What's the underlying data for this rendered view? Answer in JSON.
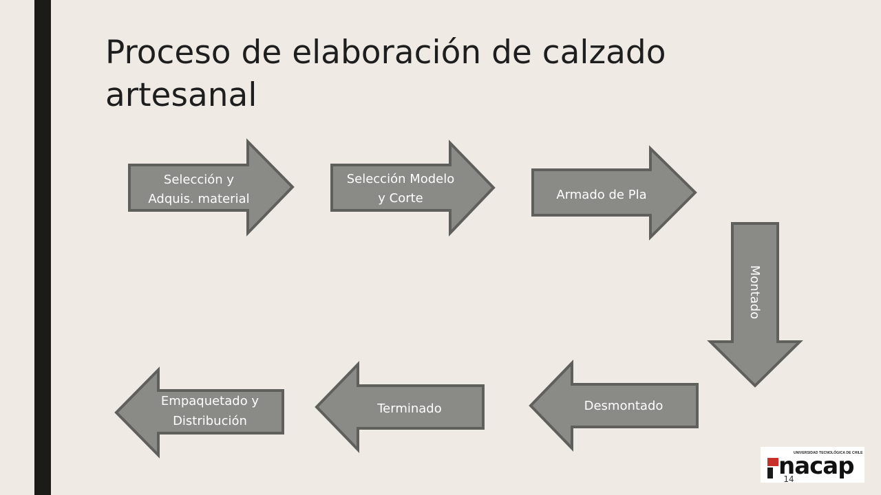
{
  "slide": {
    "title": "Proceso de elaboración de calzado artesanal",
    "page_number": "14"
  },
  "steps": [
    {
      "lines": [
        "Selección y",
        "Adquis. material"
      ],
      "direction": "right"
    },
    {
      "lines": [
        "Selección Modelo",
        "y Corte"
      ],
      "direction": "right"
    },
    {
      "lines": [
        "Armado de Pla"
      ],
      "direction": "right"
    },
    {
      "lines": [
        "Montado"
      ],
      "direction": "down"
    },
    {
      "lines": [
        "Desmontado"
      ],
      "direction": "left"
    },
    {
      "lines": [
        "Terminado"
      ],
      "direction": "left"
    },
    {
      "lines": [
        "Empaquetado y",
        "Distribución"
      ],
      "direction": "left"
    }
  ],
  "logo": {
    "wordmark": "nacap",
    "tagline": "UNIVERSIDAD TECNOLÓGICA DE CHILE"
  },
  "colors": {
    "background": "#EFEBE4",
    "side_bar": "#1B1B17",
    "arrow_fill": "#8A8A86",
    "arrow_border": "#5F5F5C",
    "logo_red": "#C8312B"
  }
}
